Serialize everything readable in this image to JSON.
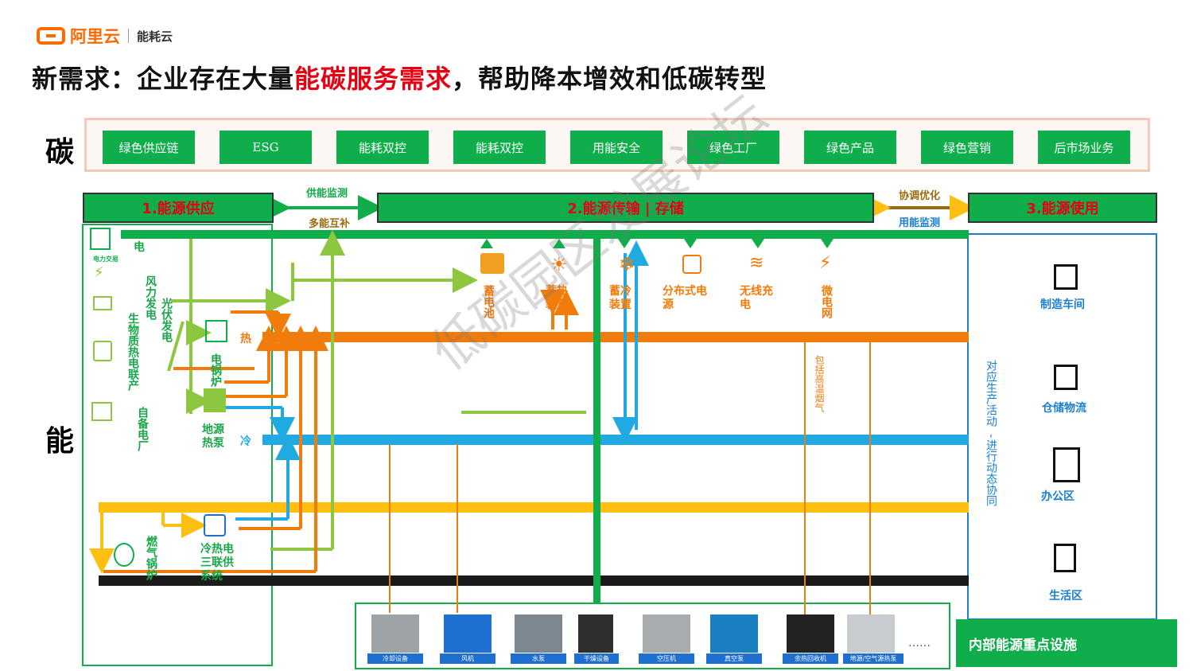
{
  "header": {
    "brand": "阿里云",
    "product": "能耗云"
  },
  "title": {
    "prefix": "新需求：企业存在大量",
    "highlight": "能碳服务需求",
    "suffix": "，帮助降本增效和低碳转型"
  },
  "side_labels": {
    "carbon": "碳",
    "energy": "能"
  },
  "carbon_items": [
    "绿色供应链",
    "ESG",
    "能耗双控",
    "能耗双控",
    "用能安全",
    "绿色工厂",
    "绿色产品",
    "绿色营销",
    "后市场业务"
  ],
  "sections": {
    "supply": "1.能源供应",
    "transmission": "2.能源传输 | 存储",
    "usage": "3.能源使用"
  },
  "connectors": {
    "supply_monitor": "供能监测",
    "multi_energy": "多能互补",
    "coordinate": "协调优化",
    "usage_monitor": "用能监测"
  },
  "supply": {
    "power_trade": "电力交易",
    "electric": "电",
    "wind": "风力发电",
    "solar": "光伏发电",
    "biomass": "生物质热电联产",
    "backup": "自备电厂",
    "boiler": "电锅炉",
    "heat_pump": "地源热泵",
    "gas_boiler": "燃气锅炉",
    "cchp": "冷热电三联供系统",
    "heat": "热",
    "cold": "冷"
  },
  "storage": [
    "蓄电池",
    "蓄热装置",
    "蓄冷装置",
    "分布式电源",
    "无线充电",
    "微电网"
  ],
  "flue_gas": "包括高温烟气",
  "usage": {
    "vertical": "对应生产活动,进行动态协同",
    "items": [
      "制造车间",
      "仓储物流",
      "办公区",
      "生活区"
    ],
    "facility": "内部能源重点设施"
  },
  "devices": [
    "冷却设备",
    "风机",
    "水泵",
    "干燥设备",
    "空压机",
    "真空泵",
    "余热回收机",
    "地源/空气源热泵"
  ],
  "devices_more": "……",
  "watermark": "低碳园区发展论坛",
  "colors": {
    "green": "#0fae4b",
    "light_green": "#8dc63f",
    "orange": "#f07c0c",
    "blue": "#21a9e2",
    "yellow": "#fdbf10",
    "black": "#1a1a1a",
    "red": "#e60012"
  }
}
